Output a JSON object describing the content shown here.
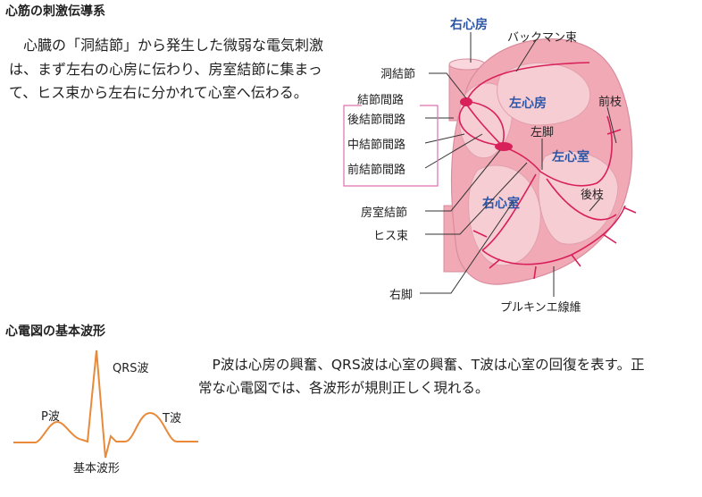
{
  "section1": {
    "title": "心筋の刺激伝導系",
    "text": "心臓の「洞結節」から発生した微弱な電気刺激は、まず左右の心房に伝わり、房室結節に集まって、ヒス束から左右に分かれて心室へ伝わる。"
  },
  "heart": {
    "chambers": {
      "right_atrium": "右心房",
      "left_atrium": "左心房",
      "left_ventricle": "左心室",
      "right_ventricle": "右心室"
    },
    "labels": {
      "bachmann": "バックマン束",
      "sa_node": "洞結節",
      "internodal": "結節間路",
      "posterior": "後結節間路",
      "middle": "中結節間路",
      "anterior": "前結節間路",
      "av_node": "房室結節",
      "his": "ヒス束",
      "right_bundle": "右脚",
      "left_bundle": "左脚",
      "anterior_branch": "前枝",
      "posterior_branch": "後枝",
      "purkinje": "プルキンエ線維"
    },
    "colors": {
      "conduction": "#d8205a",
      "muscle": "#f2a9b6",
      "inner": "#f7cdd4",
      "bracket": "#e070b0"
    }
  },
  "section2": {
    "title": "心電図の基本波形",
    "text": "P波は心房の興奮、QRS波は心室の興奮、T波は心室の回復を表す。正常な心電図では、各波形が規則正しく現れる。",
    "waves": {
      "p": "P波",
      "qrs": "QRS波",
      "t": "T波"
    },
    "caption": "基本波形",
    "ecg_color": "#e88a3a"
  }
}
